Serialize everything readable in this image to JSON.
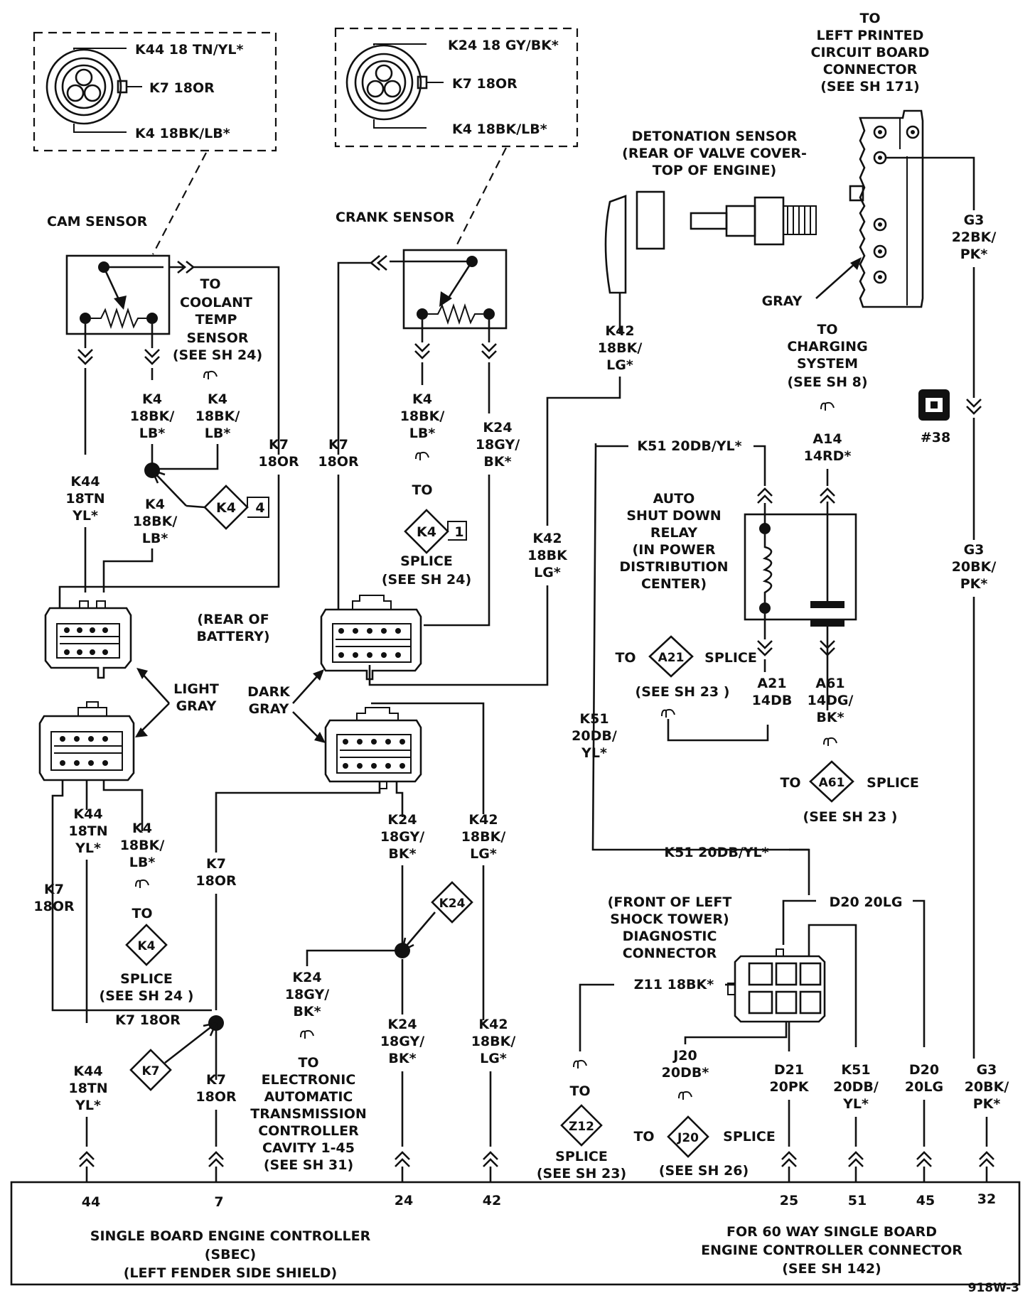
{
  "sheet_id": "918W-3",
  "sensors": {
    "cam": {
      "label": "CAM SENSOR",
      "pins": [
        "K44 18 TN/YL*",
        "K7 18OR",
        "K4 18BK/LB*"
      ]
    },
    "crank": {
      "label": "CRANK SENSOR",
      "pins": [
        "K24 18 GY/BK*",
        "K7 18OR",
        "K4 18BK/LB*"
      ]
    }
  },
  "top_right": {
    "pcb_to": [
      "TO",
      "LEFT PRINTED",
      "CIRCUIT BOARD",
      "CONNECTOR",
      "(SEE SH 171)"
    ],
    "detonation": [
      "DETONATION SENSOR",
      "(REAR OF VALVE COVER-",
      "TOP OF ENGINE)"
    ],
    "gray": "GRAY",
    "g3_top": [
      "G3",
      "22BK/",
      "PK*"
    ],
    "k42_top": [
      "K42",
      "18BK/",
      "LG*"
    ],
    "charging": [
      "TO",
      "CHARGING",
      "SYSTEM",
      "(SEE SH 8)"
    ],
    "conn38": "#38"
  },
  "cam_side": {
    "coolant": [
      "TO",
      "COOLANT",
      "TEMP",
      "SENSOR",
      "(SEE SH 24)"
    ],
    "k4_a": [
      "K4",
      "18BK/",
      "LB*"
    ],
    "k4_b": [
      "K4",
      "18BK/",
      "LB*"
    ],
    "k4_c": [
      "K4",
      "18BK/",
      "LB*"
    ],
    "k44": [
      "K44",
      "18TN",
      "YL*"
    ],
    "k7": [
      "K7",
      "18OR"
    ],
    "splice_k4": "K4",
    "splice_k4_num": "4",
    "rear_batt": [
      "(REAR OF",
      "BATTERY)"
    ],
    "light_gray": [
      "LIGHT",
      "GRAY"
    ]
  },
  "crank_side": {
    "k7": [
      "K7",
      "18OR"
    ],
    "k4": [
      "K4",
      "18BK/",
      "LB*"
    ],
    "to": "TO",
    "splice_k4": "K4",
    "splice_k4_num": "1",
    "splice_lbl": [
      "SPLICE",
      "(SEE SH 24)"
    ],
    "k24": [
      "K24",
      "18GY/",
      "BK*"
    ],
    "k42": [
      "K42",
      "18BK",
      "LG*"
    ],
    "dark_gray": [
      "DARK",
      "GRAY"
    ]
  },
  "relay": {
    "k51_top": "K51 20DB/YL*",
    "a14": [
      "A14",
      "14RD*"
    ],
    "title": [
      "AUTO",
      "SHUT DOWN",
      "RELAY",
      "(IN POWER",
      "DISTRIBUTION",
      "CENTER)"
    ],
    "g3_mid": [
      "G3",
      "20BK/",
      "PK*"
    ],
    "to_a21": "TO",
    "a21": "A21",
    "a21_splice": "SPLICE",
    "a21_see": "(SEE SH 23 )",
    "a21_wire": [
      "A21",
      "14DB"
    ],
    "a61_wire": [
      "A61",
      "14DG/",
      "BK*"
    ],
    "k51_mid": [
      "K51",
      "20DB/",
      "YL*"
    ],
    "to_a61": "TO",
    "a61": "A61",
    "a61_splice": "SPLICE",
    "a61_see": "(SEE SH 23 )"
  },
  "lower_left": {
    "k44": [
      "K44",
      "18TN",
      "YL*"
    ],
    "k4": [
      "K4",
      "18BK/",
      "LB*"
    ],
    "to": "TO",
    "k4_splice": "K4",
    "splice": [
      "SPLICE",
      "(SEE SH 24 )"
    ],
    "k7_left": [
      "K7",
      "18OR"
    ],
    "k7_mid": [
      "K7",
      "18OR"
    ],
    "k7_run": "K7 18OR",
    "k7_splice": "K7",
    "k44_bot": [
      "K44",
      "18TN",
      "YL*"
    ],
    "k7_bot": [
      "K7",
      "18OR"
    ]
  },
  "lower_center": {
    "k24": [
      "K24",
      "18GY/",
      "BK*"
    ],
    "k42": [
      "K42",
      "18BK/",
      "LG*"
    ],
    "k24_splice": "K24",
    "k24_branch": [
      "K24",
      "18GY/",
      "BK*"
    ],
    "eatc": [
      "TO",
      "ELECTRONIC",
      "AUTOMATIC",
      "TRANSMISSION",
      "CONTROLLER",
      "CAVITY 1-45",
      "(SEE SH 31)"
    ],
    "k24_bot": [
      "K24",
      "18GY/",
      "BK*"
    ],
    "k42_bot": [
      "K42",
      "18BK/",
      "LG*"
    ]
  },
  "diag": {
    "k51_run": "K51 20DB/YL*",
    "d20_run": "D20 20LG",
    "title": [
      "(FRONT OF LEFT",
      "SHOCK TOWER)",
      "DIAGNOSTIC",
      "CONNECTOR"
    ],
    "z11": "Z11 18BK*",
    "j20": [
      "J20",
      "20DB*"
    ],
    "d21": [
      "D21",
      "20PK"
    ],
    "k51": [
      "K51",
      "20DB/",
      "YL*"
    ],
    "d20": [
      "D20",
      "20LG"
    ],
    "g3": [
      "G3",
      "20BK/",
      "PK*"
    ],
    "to_z12": "TO",
    "z12": "Z12",
    "z12_splice": [
      "SPLICE",
      "(SEE SH 23)"
    ],
    "to_j20": "TO",
    "j20_splice_tag": "J20",
    "j20_splice": "SPLICE",
    "j20_see": "(SEE SH 26)"
  },
  "controller": {
    "pins": [
      "44",
      "7",
      "24",
      "42",
      "25",
      "51",
      "45",
      "32"
    ],
    "title": [
      "SINGLE BOARD ENGINE CONTROLLER",
      "(SBEC)",
      "(LEFT FENDER SIDE SHIELD)"
    ],
    "conn": [
      "FOR 60 WAY SINGLE BOARD",
      "ENGINE CONTROLLER CONNECTOR",
      "(SEE SH 142)"
    ]
  }
}
